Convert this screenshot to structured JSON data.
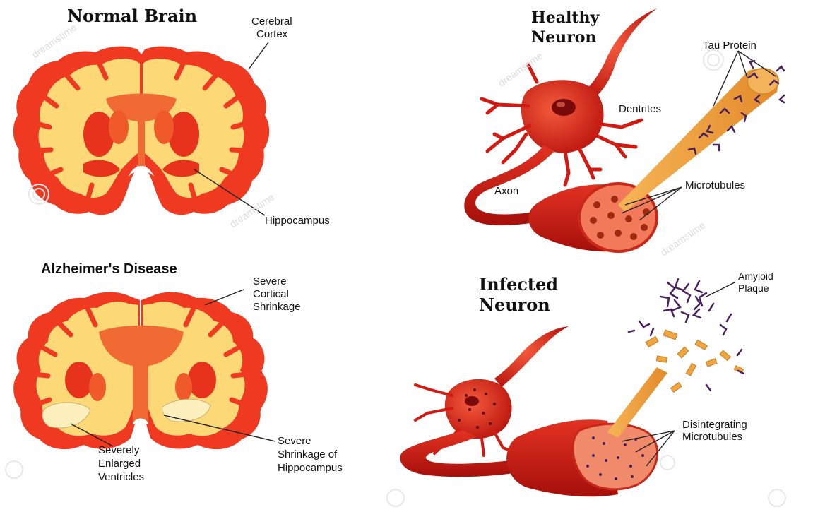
{
  "panels": {
    "normal_brain": {
      "title": "Normal Brain",
      "labels": {
        "cortex_line1": "Cerebral",
        "cortex_line2": "Cortex",
        "hippocampus": "Hippocampus"
      }
    },
    "healthy_neuron": {
      "title_line1": "Healthy",
      "title_line2": "Neuron",
      "labels": {
        "tau": "Tau Protein",
        "dendrites": "Dentrites",
        "axon": "Axon",
        "microtubules": "Microtubules"
      }
    },
    "alzheimers": {
      "title": "Alzheimer's Disease",
      "labels": {
        "cortical_line1": "Severe",
        "cortical_line2": "Cortical",
        "cortical_line3": "Shrinkage",
        "ventricles_line1": "Severely",
        "ventricles_line2": "Enlarged",
        "ventricles_line3": "Ventricles",
        "hippo_line1": "Severe",
        "hippo_line2": "Shrinkage of",
        "hippo_line3": "Hippocampus"
      }
    },
    "infected_neuron": {
      "title_line1": "Infected",
      "title_line2": "Neuron",
      "labels": {
        "plaque_line1": "Amyloid",
        "plaque_line2": "Plaque",
        "disint_line1": "Disintegrating",
        "disint_line2": "Microtubules"
      }
    }
  },
  "watermark": "dreamstime",
  "colors": {
    "cortex": "#ef3a21",
    "white_matter": "#fcd876",
    "deep": "#e8331c",
    "neuron": "#d21a12",
    "tau": "#4a2160",
    "tubule": "#f0a640"
  }
}
